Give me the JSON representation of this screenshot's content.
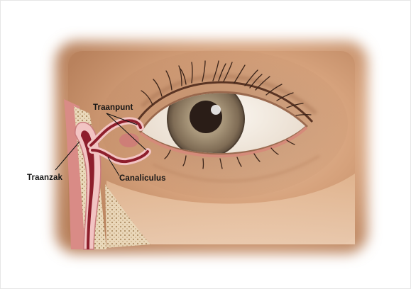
{
  "labels": {
    "puncta": "Traanpunt",
    "sac": "Traanzak",
    "canaliculus": "Canaliculus"
  },
  "colors": {
    "skin": "#d9a67f",
    "skin_shadow": "#b07a55",
    "iris": "#8d7a62",
    "pupil": "#2a1d17",
    "sclera": "#f7f1ea",
    "duct_lumen": "#8e1e2c",
    "duct_wall": "#e9b7b9",
    "bone": "#e8d5b6",
    "nasal_mucosa": "#d98b86"
  }
}
